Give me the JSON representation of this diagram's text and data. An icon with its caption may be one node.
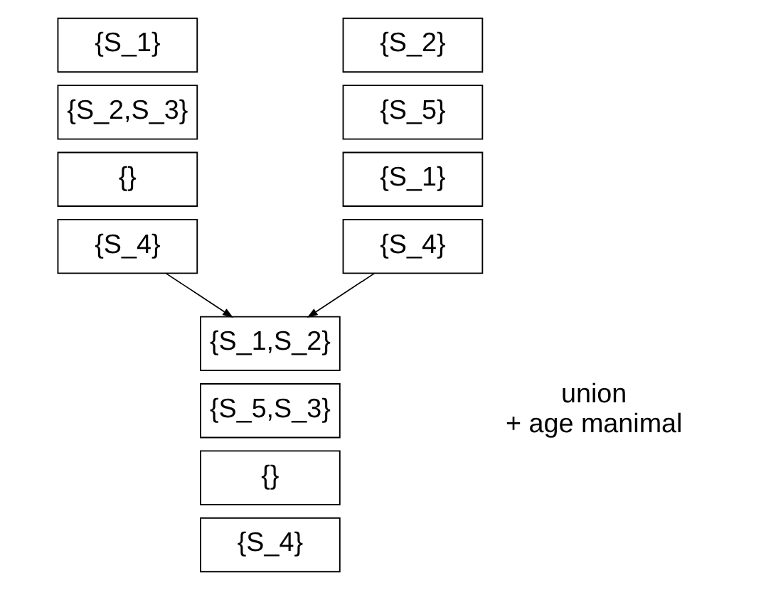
{
  "diagram": {
    "nodes": [
      {
        "text": [
          "{S_1}"
        ]
      },
      {
        "text": [
          "{S_2,S_3}"
        ]
      },
      {
        "text": [
          "{}"
        ]
      },
      {
        "text": [
          "{S_4}"
        ]
      },
      {
        "text": [
          "{S_2}"
        ]
      },
      {
        "text": [
          "{S_5}"
        ]
      },
      {
        "text": [
          "{S_1}"
        ]
      },
      {
        "text": [
          "{S_4}"
        ]
      },
      {
        "text": [
          "{S_1,S_2}"
        ]
      },
      {
        "text": [
          "{S_5,S_3}"
        ]
      },
      {
        "text": [
          "{}"
        ]
      },
      {
        "text": [
          "{S_4}"
        ]
      }
    ],
    "edges": [
      {
        "from": 3,
        "to": 8,
        "arrow": "to"
      },
      {
        "from": 7,
        "to": 8,
        "arrow": "to"
      }
    ],
    "labels": [
      "union + age manimal"
    ]
  }
}
